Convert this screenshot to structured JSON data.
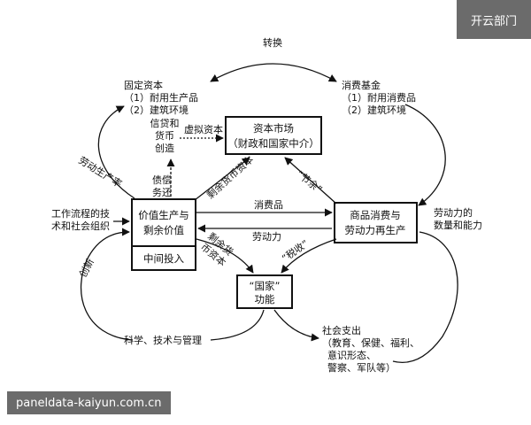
{
  "watermark": {
    "brand": "开云部门",
    "site": "paneldata-kaiyun.com.cn"
  },
  "nodes": {
    "value_production": [
      "价值生产与",
      "剩余价值"
    ],
    "intermediate_input": "中间投入",
    "capital_market": [
      "资本市场",
      "（财政和国家中介）"
    ],
    "commodity_consumption": [
      "商品消费与",
      "劳动力再生产"
    ],
    "state_function": [
      "“国家”",
      "功能"
    ]
  },
  "labels": {
    "transform": "转换",
    "fixed_capital": [
      "固定资本",
      "（1）耐用生产品",
      "（2）建筑环境"
    ],
    "consumption_fund": [
      "消费基金",
      "（1）耐用消费品",
      "（2）建筑环境"
    ],
    "credit": [
      "信贷和",
      "货币",
      "创造"
    ],
    "fictitious_capital": "虚拟资本",
    "debt_repayment": [
      "债偿",
      "务还"
    ],
    "surplus_money_capital": "剩余货币资本",
    "savings": "“节余”",
    "labor_productivity": "劳动生产率",
    "work_process": [
      "工作流程的技",
      "术和社会组织"
    ],
    "consumer_goods": "消费品",
    "labor_power": "劳动力",
    "surplus_money_capital_2": [
      "剩余货",
      "币资本"
    ],
    "taxes": "“税收”",
    "labor_quantity": [
      "劳动力的",
      "数量和能力"
    ],
    "innovation": "创新",
    "science_tech": "科学、技术与管理",
    "social_expenditure": [
      "社会支出",
      "（教育、保健、福利、",
      "意识形态、",
      "警察、军队等）"
    ]
  }
}
